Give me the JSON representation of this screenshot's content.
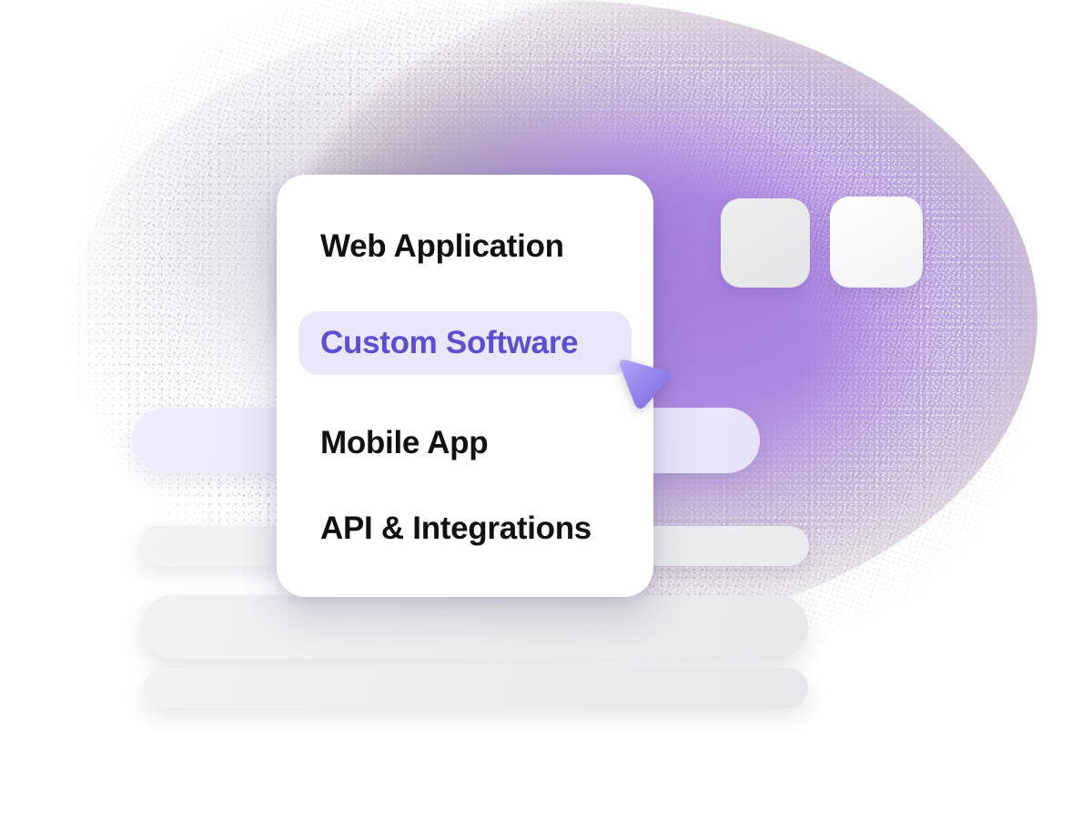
{
  "dropdown": {
    "name": "service-type-dropdown",
    "items": [
      {
        "label": "Web Application",
        "selected": false
      },
      {
        "label": "Custom Software",
        "selected": true
      },
      {
        "label": "Mobile App",
        "selected": false
      },
      {
        "label": "API & Integrations",
        "selected": false
      }
    ],
    "selected_value": "Custom Software"
  },
  "chips": [
    {
      "name": "placeholder-tile-left"
    },
    {
      "name": "placeholder-tile-right"
    }
  ],
  "bars": [
    {
      "name": "placeholder-bar-highlighted"
    },
    {
      "name": "placeholder-bar-2"
    },
    {
      "name": "placeholder-bar-3"
    },
    {
      "name": "placeholder-bar-4"
    }
  ],
  "cursor": {
    "icon": "cursor-arrow-icon"
  },
  "colors": {
    "accent_text": "#5B4FD1",
    "accent_highlight_bg": "#EAE7FA",
    "blob_purple": "#A87FE0",
    "card_bg": "#FFFFFF",
    "item_text": "#111114",
    "bar_gray": "#EAECEE",
    "bar_lavender": "#EAE6FB",
    "cursor_light": "#A79BF0",
    "cursor_dark": "#7A68D8"
  }
}
